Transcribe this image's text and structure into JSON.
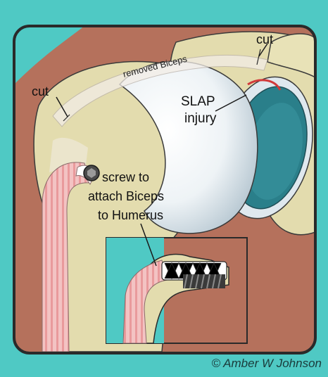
{
  "labels": {
    "cut_top": "cut",
    "cut_left": "cut",
    "removed_biceps": "removed Biceps",
    "slap_line1": "SLAP",
    "slap_line2": "injury",
    "screw_line1": "screw to",
    "screw_line2": "attach Biceps",
    "screw_line3": "to Humerus",
    "copyright": "© Amber W Johnson"
  },
  "colors": {
    "background": "#4fc9c4",
    "frame": "#2a2a2a",
    "muscle": "#b5715c",
    "bone": "#e3dcae",
    "glenoid_socket": "#2a7f8a",
    "tendon": "#f3c9c8"
  }
}
